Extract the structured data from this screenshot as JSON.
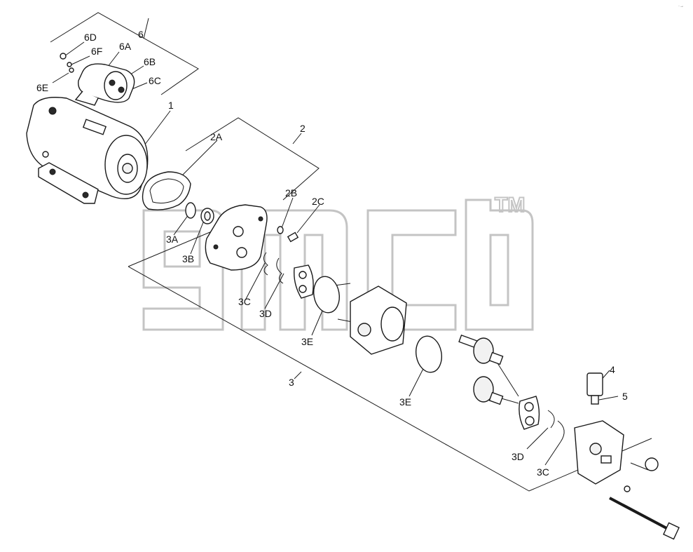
{
  "diagram": {
    "trademark": "TM",
    "corner_mark": "·→",
    "callouts": [
      "6",
      "6D",
      "6F",
      "6A",
      "6B",
      "6E",
      "6C",
      "1",
      "2",
      "2A",
      "2B",
      "2C",
      "3A",
      "3B",
      "3C",
      "3D",
      "3E",
      "3",
      "3E",
      "4",
      "5",
      "3D",
      "3C"
    ]
  }
}
